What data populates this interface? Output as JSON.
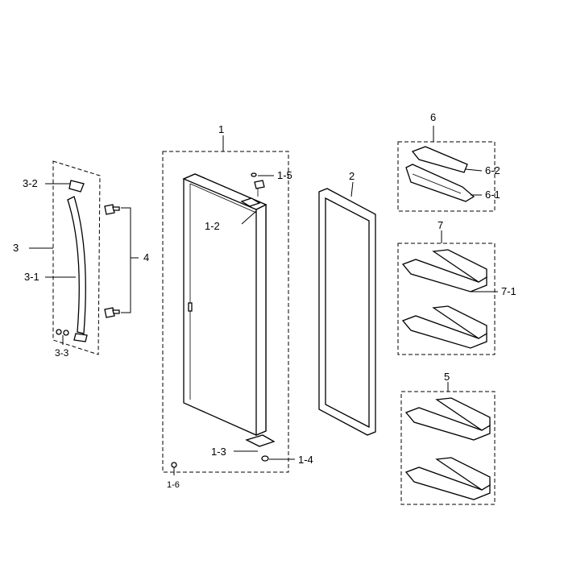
{
  "callouts": {
    "door_assembly": "1",
    "label_1_2": "1-2",
    "label_1_3": "1-3",
    "label_1_4": "1-4",
    "label_1_5": "1-5",
    "label_1_6": "1-6",
    "gasket": "2",
    "handle_assembly": "3",
    "label_3_1": "3-1",
    "label_3_2": "3-2",
    "label_3_3": "3-3",
    "screws": "4",
    "guard_bottom": "5",
    "guard_top": "6",
    "label_6_1": "6-1",
    "label_6_2": "6-2",
    "guard_middle": "7",
    "label_7_1": "7-1"
  }
}
